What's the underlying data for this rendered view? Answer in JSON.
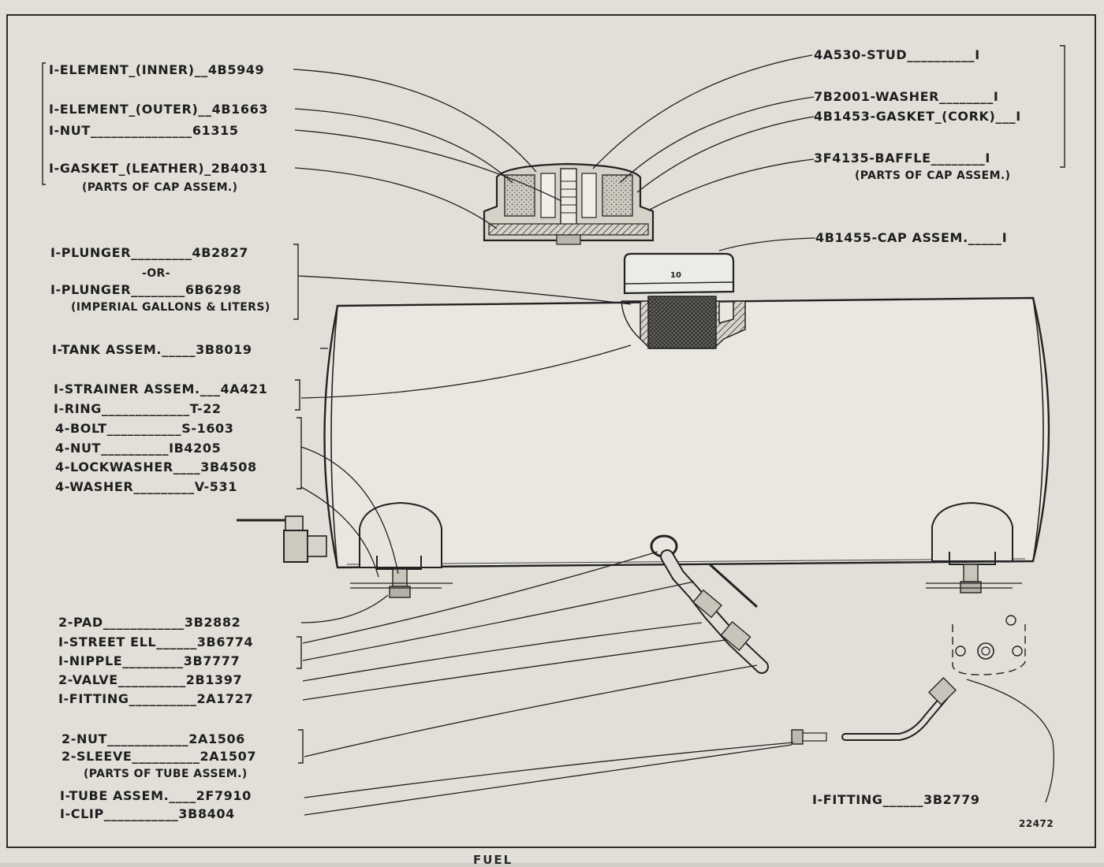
{
  "labels": {
    "element_inner": "I-ELEMENT_(INNER)__4B5949",
    "element_outer": "I-ELEMENT_(OUTER)__4B1663",
    "nut_61315": "I-NUT_______________61315",
    "gasket_leather": "I-GASKET_(LEATHER)_2B4031",
    "parts_cap_left": "(PARTS OF CAP ASSEM.)",
    "stud": "4A530-STUD__________I",
    "washer_7b": "7B2001-WASHER________I",
    "gasket_cork": "4B1453-GASKET_(CORK)___I",
    "baffle": "3F4135-BAFFLE________I",
    "parts_cap_right": "(PARTS OF CAP ASSEM.)",
    "cap_assem": "4B1455-CAP ASSEM._____I",
    "plunger_1": "I-PLUNGER_________4B2827",
    "or": "-OR-",
    "plunger_2": "I-PLUNGER________6B6298",
    "imperial": "(IMPERIAL GALLONS & LITERS)",
    "tank_assem": "I-TANK ASSEM._____3B8019",
    "strainer": "I-STRAINER ASSEM.___4A421",
    "ring": "I-RING_____________T-22",
    "bolt": "4-BOLT___________S-1603",
    "nut_1b": "4-NUT__________IB4205",
    "lockwasher": "4-LOCKWASHER____3B4508",
    "washer_v": "4-WASHER_________V-531",
    "pad": "2-PAD____________3B2882",
    "street_ell": "I-STREET ELL______3B6774",
    "nipple": "I-NIPPLE_________3B7777",
    "valve": "2-VALVE__________2B1397",
    "fitting_2a": "I-FITTING__________2A1727",
    "nut_2a": "2-NUT____________2A1506",
    "sleeve": "2-SLEEVE__________2A1507",
    "parts_tube": "(PARTS OF TUBE ASSEM.)",
    "tube_assem": "I-TUBE ASSEM.____2F7910",
    "clip": "I-CLIP___________3B8404",
    "fitting_3b": "I-FITTING______3B2779",
    "figure_number": "22472",
    "caption_partial": "FUEL"
  },
  "colors": {
    "paper": "#e1dfd8",
    "ink": "#1e1e1e",
    "tank": "#e9e7e0"
  }
}
